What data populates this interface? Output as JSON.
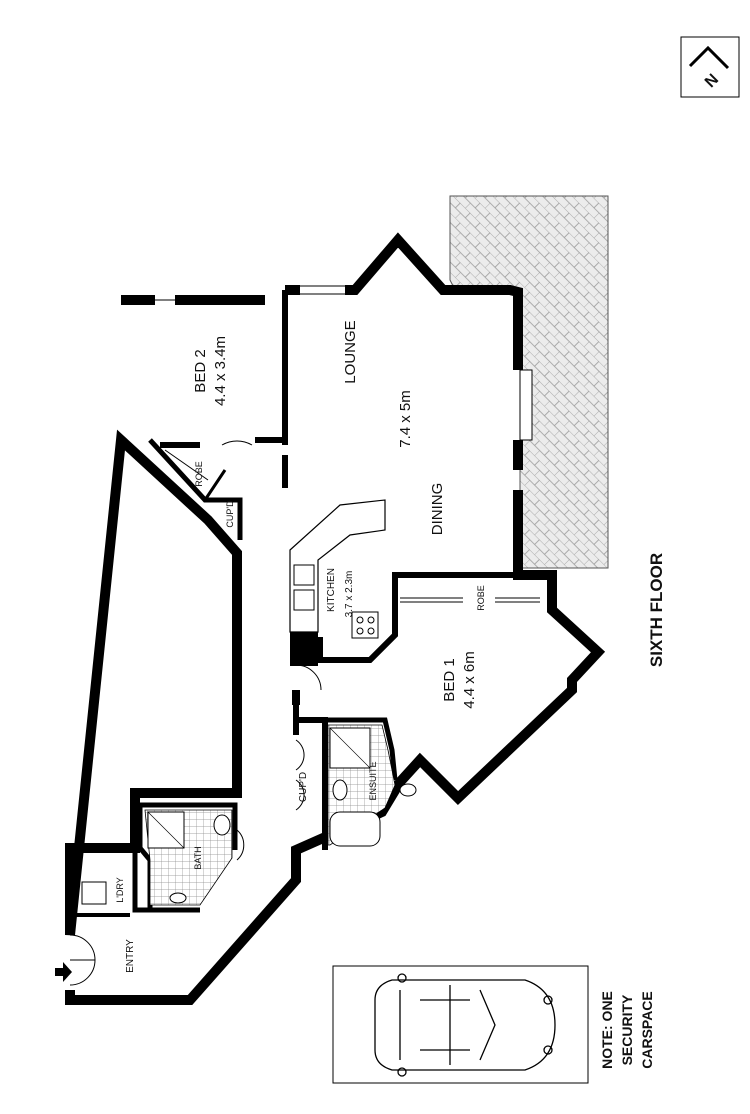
{
  "floor_title": "SIXTH FLOOR",
  "compass_letter": "N",
  "note_lines": [
    "NOTE: ONE",
    "SECURITY",
    "CARSPACE"
  ],
  "rooms": {
    "bed2_name": "BED 2",
    "bed2_size": "4.4 x 3.4m",
    "lounge": "LOUNGE",
    "living_size": "7.4 x 5m",
    "dining": "DINING",
    "kitchen_name": "KITCHEN",
    "kitchen_size": "3.7 x 2.3m",
    "bed1_name": "BED 1",
    "bed1_size": "4.4 x 6m",
    "robe_bed2": "ROBE",
    "robe_bed1": "ROBE",
    "cupd_bed2": "CUP'D",
    "cupd_hall": "CUP'D",
    "ensuite": "ENSUITE",
    "bath": "BATH",
    "laundry": "L'DRY",
    "entry": "ENTRY"
  },
  "colors": {
    "wall": "#000000",
    "balcony_fill": "#e6e6e6",
    "wet_area_tile": "#cfcfcf"
  }
}
